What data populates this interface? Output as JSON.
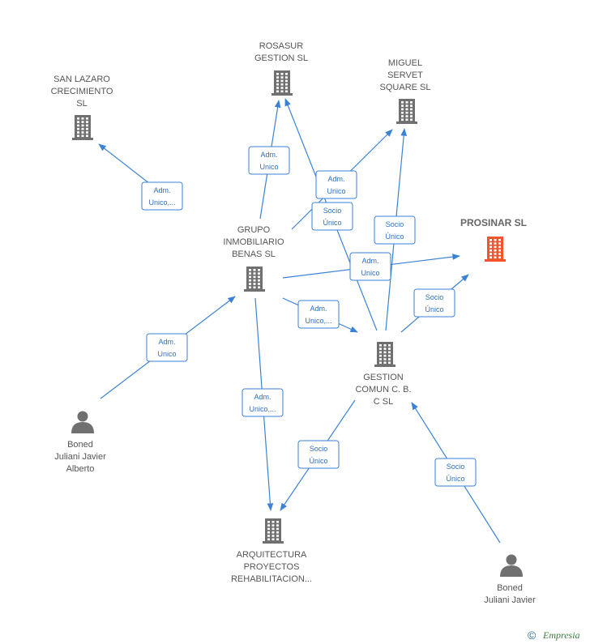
{
  "colors": {
    "edge": "#3b82d6",
    "company_icon": "#707070",
    "highlight_icon": "#f0552b",
    "person_icon": "#707070",
    "watermark": "#3a7d44"
  },
  "nodes": [
    {
      "id": "rosasur",
      "type": "company",
      "icon": "building-icon",
      "lines": [
        "ROSASUR",
        "GESTION  SL"
      ]
    },
    {
      "id": "miguel",
      "type": "company",
      "icon": "building-icon",
      "lines": [
        "MIGUEL",
        "SERVET",
        "SQUARE  SL"
      ]
    },
    {
      "id": "sanlazaro",
      "type": "company",
      "icon": "building-icon",
      "lines": [
        "SAN LAZARO",
        "CRECIMIENTO",
        "SL"
      ]
    },
    {
      "id": "prosinar",
      "type": "company",
      "highlight": true,
      "icon": "building-icon",
      "lines": [
        "PROSINAR  SL"
      ]
    },
    {
      "id": "grupo",
      "type": "company",
      "icon": "building-icon",
      "lines": [
        "GRUPO",
        "INMOBILIARIO",
        "BENAS  SL"
      ]
    },
    {
      "id": "gestion",
      "type": "company",
      "icon": "building-icon",
      "lines": [
        "GESTION",
        "COMUN C.  B.",
        "C SL"
      ]
    },
    {
      "id": "arquitectura",
      "type": "company",
      "icon": "building-icon",
      "lines": [
        "ARQUITECTURA",
        "PROYECTOS",
        "REHABILITACION..."
      ]
    },
    {
      "id": "boned1",
      "type": "person",
      "icon": "person-icon",
      "lines": [
        "Boned",
        "Juliani Javier",
        "Alberto"
      ]
    },
    {
      "id": "boned2",
      "type": "person",
      "icon": "person-icon",
      "lines": [
        "Boned",
        "Juliani Javier"
      ]
    }
  ],
  "edges": [
    {
      "from": "grupo",
      "to": "sanlazaro",
      "lines": [
        "Adm.",
        "Unico,..."
      ]
    },
    {
      "from": "grupo",
      "to": "rosasur",
      "lines": [
        "Adm.",
        "Unico"
      ]
    },
    {
      "from": "grupo",
      "to": "miguel",
      "lines": [
        "Adm.",
        "Unico"
      ]
    },
    {
      "from": "gestion",
      "to": "rosasur",
      "lines": [
        "Socio",
        "Único"
      ]
    },
    {
      "from": "gestion",
      "to": "miguel",
      "lines": [
        "Socio",
        "Único"
      ]
    },
    {
      "from": "grupo",
      "to": "prosinar",
      "lines": [
        "Adm.",
        "Unico"
      ]
    },
    {
      "from": "gestion",
      "to": "prosinar",
      "lines": [
        "Socio",
        "Único"
      ]
    },
    {
      "from": "grupo",
      "to": "gestion",
      "lines": [
        "Adm.",
        "Unico,..."
      ]
    },
    {
      "from": "boned1",
      "to": "grupo",
      "lines": [
        "Adm.",
        "Unico"
      ]
    },
    {
      "from": "grupo",
      "to": "arquitectura",
      "lines": [
        "Adm.",
        "Unico,..."
      ]
    },
    {
      "from": "gestion",
      "to": "arquitectura",
      "lines": [
        "Socio",
        "Único"
      ]
    },
    {
      "from": "boned2",
      "to": "gestion",
      "lines": [
        "Socio",
        "Único"
      ]
    }
  ],
  "watermark": {
    "copyright": "©",
    "brand": "Empresia"
  }
}
